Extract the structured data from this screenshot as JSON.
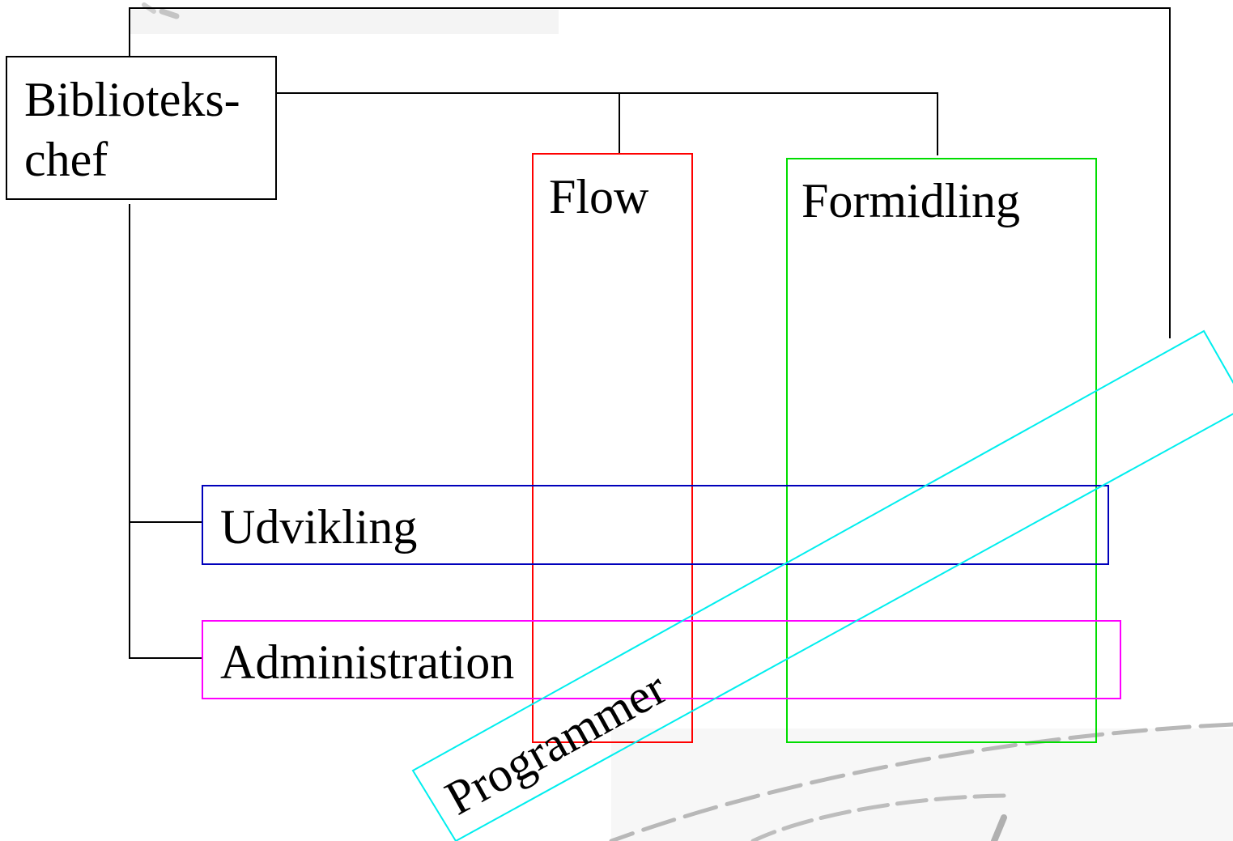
{
  "diagram": {
    "nodes": {
      "chief": {
        "label_line1": "Biblioteks-",
        "label_line2": "chef",
        "border_color": "#000000"
      },
      "flow": {
        "label": "Flow",
        "border_color": "#ff0000"
      },
      "formidling": {
        "label": "Formidling",
        "border_color": "#00dd00"
      },
      "udvikling": {
        "label": "Udvikling",
        "border_color": "#0000bb"
      },
      "administration": {
        "label": "Administration",
        "border_color": "#ff00ff"
      },
      "programmer": {
        "label": "Programmer",
        "border_color": "#00eeee"
      }
    },
    "connector_color": "#000000",
    "decoration_color": "#c8c8c8"
  }
}
